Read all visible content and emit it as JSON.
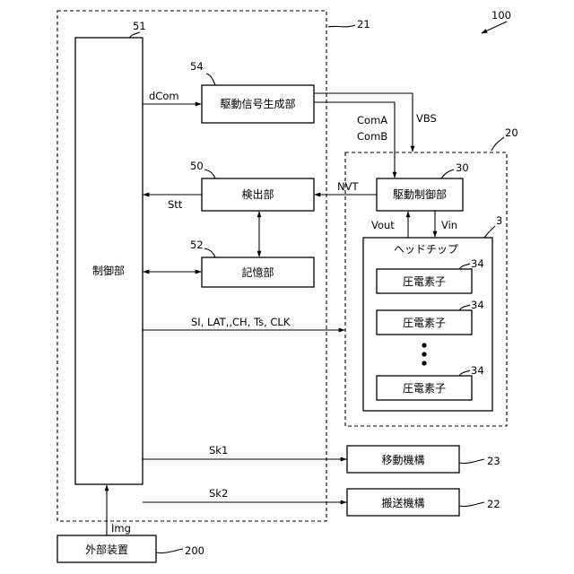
{
  "figure_number": "100",
  "regions": {
    "controller_region_ref": "21",
    "head_region_ref": "20"
  },
  "blocks": {
    "control": {
      "label": "制御部",
      "ref": "51"
    },
    "drive_signal_generator": {
      "label": "駆動信号生成部",
      "ref": "54"
    },
    "detector": {
      "label": "検出部",
      "ref": "50"
    },
    "memory": {
      "label": "記憶部",
      "ref": "52"
    },
    "drive_controller": {
      "label": "駆動制御部",
      "ref": "30"
    },
    "head_chip": {
      "label": "ヘッドチップ",
      "ref": "3"
    },
    "piezo_elements": [
      {
        "label": "圧電素子",
        "ref": "34"
      },
      {
        "label": "圧電素子",
        "ref": "34"
      },
      {
        "label": "圧電素子",
        "ref": "34"
      }
    ],
    "moving_mechanism": {
      "label": "移動機構",
      "ref": "23"
    },
    "transport_mechanism": {
      "label": "搬送機構",
      "ref": "22"
    },
    "external_device": {
      "label": "外部装置",
      "ref": "200"
    }
  },
  "signals": {
    "dcom": "dCom",
    "vbs": "VBS",
    "coma": "ComA",
    "comb": "ComB",
    "nvt": "NVT",
    "stt": "Stt",
    "vout": "Vout",
    "vin": "Vin",
    "control_bus": "SI, LAT,,CH, Ts, CLK",
    "sk1": "Sk1",
    "sk2": "Sk2",
    "img": "Img"
  }
}
